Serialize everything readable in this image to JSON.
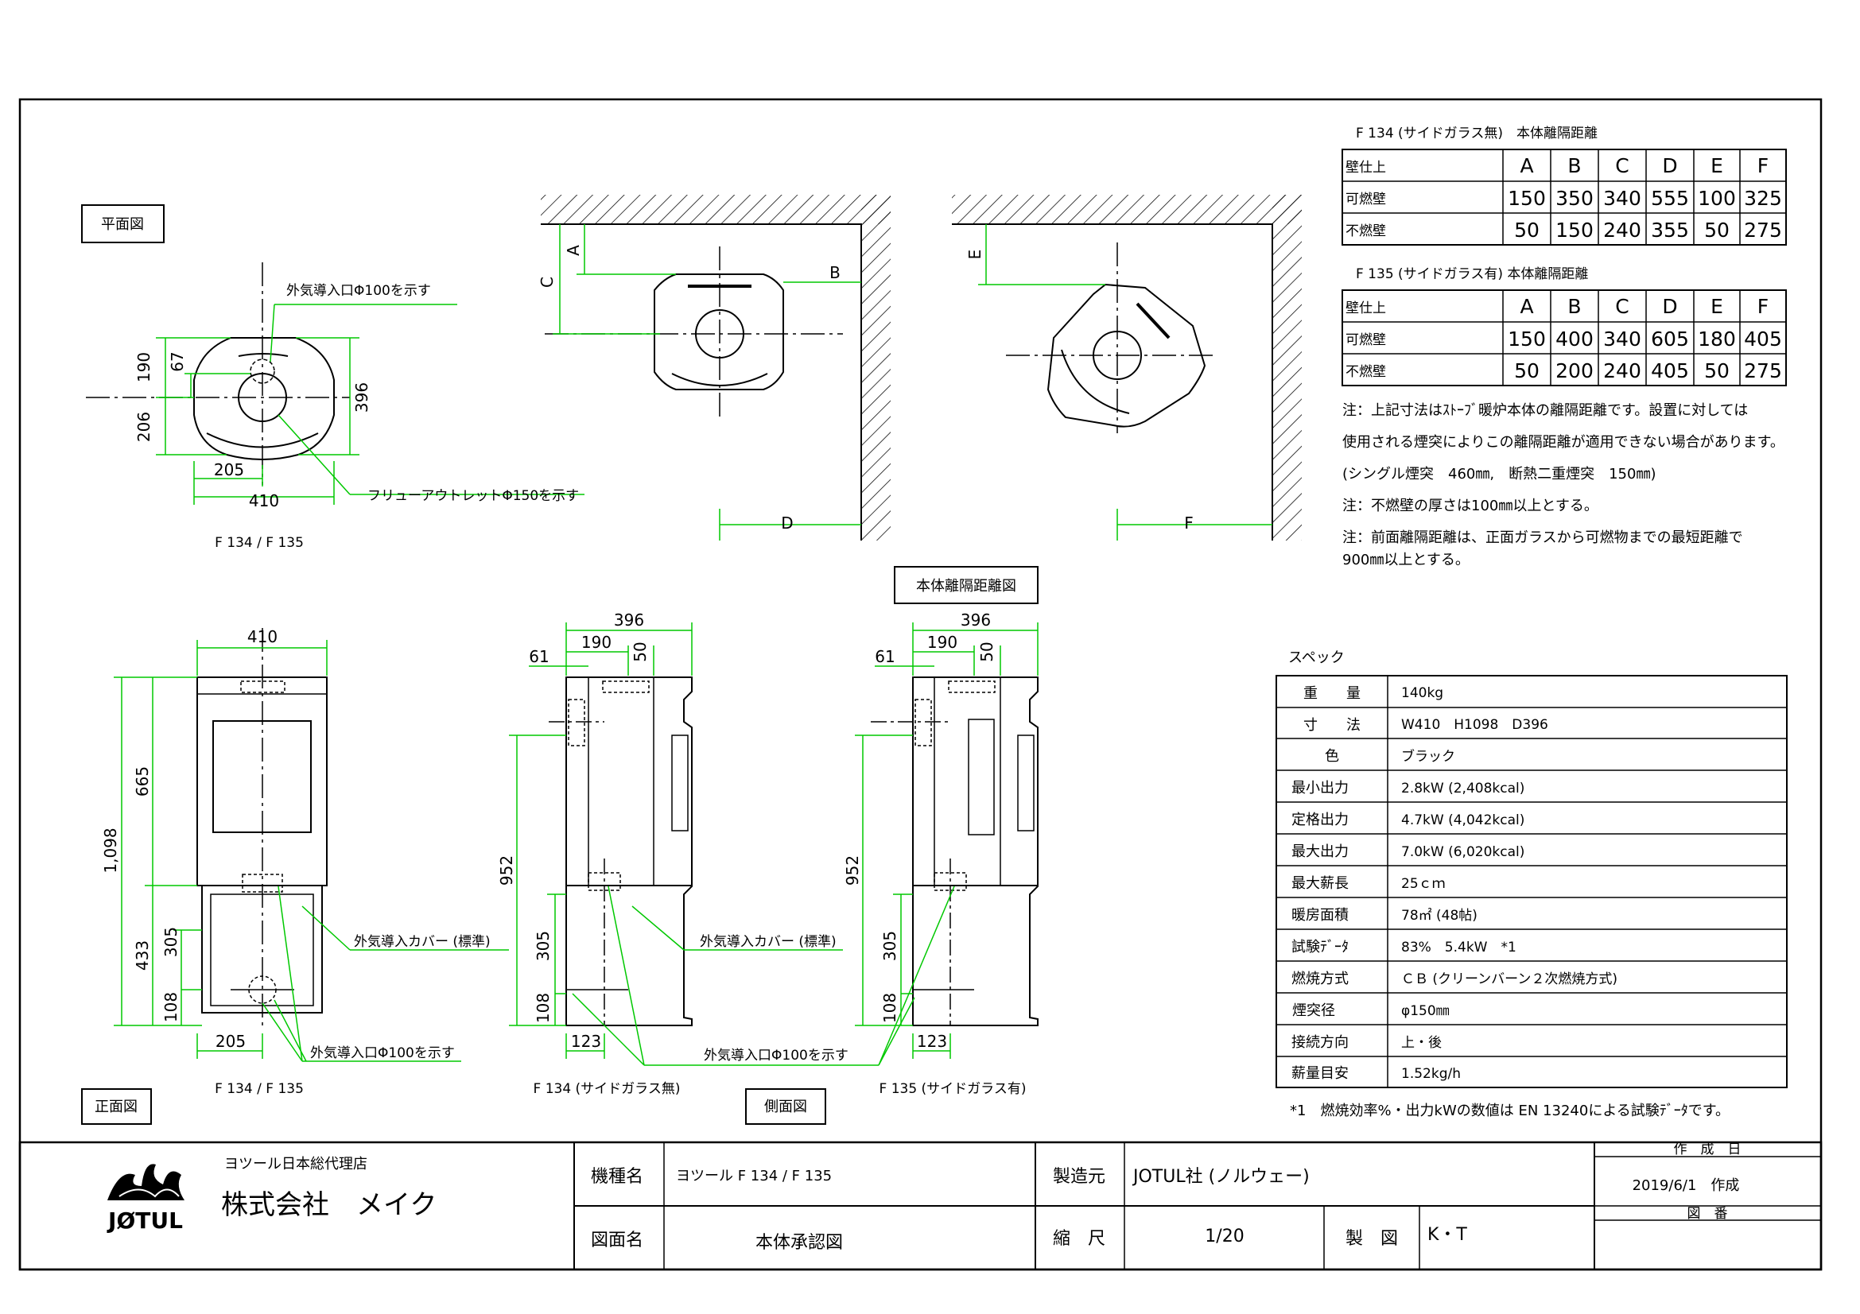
{
  "colors": {
    "line": "#000000",
    "dim": "#00c800",
    "hatch": "#000000"
  },
  "labels": {
    "plan_view": "平面図",
    "front_view": "正面図",
    "side_view": "側面図",
    "clearance_view": "本体離隔距離図",
    "model_caption": "F 134 / F 135",
    "side_caption_f134": "F 134 (サイドガラス無)",
    "side_caption_f135": "F 135 (サイドガラス有)"
  },
  "callouts": {
    "air_inlet": "外気導入口Φ100を示す",
    "flue_outlet": "フリューアウトレットΦ150を示す",
    "air_cover": "外気導入カバー (標準)",
    "air_inlet_front": "外気導入口Φ100を示す",
    "air_cover_side": "外気導入カバー (標準)",
    "air_inlet_side": "外気導入口Φ100を示す"
  },
  "dims": {
    "plan_190": "190",
    "plan_67": "67",
    "plan_206": "206",
    "plan_396": "396",
    "plan_205": "205",
    "plan_410": "410",
    "front_410": "410",
    "front_665": "665",
    "front_1098": "1,098",
    "front_433": "433",
    "front_305": "305",
    "front_108": "108",
    "front_205": "205",
    "side_396": "396",
    "side_190": "190",
    "side_50": "50",
    "side_61": "61",
    "side_952": "952",
    "side_305": "305",
    "side_108": "108",
    "side_123": "123",
    "cl_A": "A",
    "cl_B": "B",
    "cl_C": "C",
    "cl_D": "D",
    "cl_E": "E",
    "cl_F": "F"
  },
  "clearance_tables": [
    {
      "title": "F 134 (サイドガラス無)　本体離隔距離",
      "headers": [
        "壁仕上",
        "A",
        "B",
        "C",
        "D",
        "E",
        "F"
      ],
      "rows": [
        [
          "可燃壁",
          "150",
          "350",
          "340",
          "555",
          "100",
          "325"
        ],
        [
          "不燃壁",
          "50",
          "150",
          "240",
          "355",
          "50",
          "275"
        ]
      ]
    },
    {
      "title": "F 135 (サイドガラス有) 本体離隔距離",
      "headers": [
        "壁仕上",
        "A",
        "B",
        "C",
        "D",
        "E",
        "F"
      ],
      "rows": [
        [
          "可燃壁",
          "150",
          "400",
          "340",
          "605",
          "180",
          "405"
        ],
        [
          "不燃壁",
          "50",
          "200",
          "240",
          "405",
          "50",
          "275"
        ]
      ]
    }
  ],
  "notes": [
    "注：上記寸法はｽﾄｰﾌﾞ暖炉本体の離隔距離です。設置に対しては",
    "使用される煙突によりこの離隔距離が適用できない場合があります。",
    "(シングル煙突　460㎜,　断熱二重煙突　150㎜)",
    "注：不燃壁の厚さは100㎜以上とする。",
    "注：前面離隔距離は、正面ガラスから可燃物までの最短距離で",
    "900㎜以上とする。"
  ],
  "spec": {
    "title": "スペック",
    "rows": [
      [
        "重　　量",
        "140kg"
      ],
      [
        "寸　　法",
        "W410　H1098　D396"
      ],
      [
        "色",
        "ブラック"
      ],
      [
        "最小出力",
        "2.8kW (2,408kcal)"
      ],
      [
        "定格出力",
        "4.7kW (4,042kcal)"
      ],
      [
        "最大出力",
        "7.0kW (6,020kcal)"
      ],
      [
        "最大薪長",
        "25ｃｍ"
      ],
      [
        "暖房面積",
        "78㎡ (48帖)"
      ],
      [
        "試験ﾃﾞｰﾀ",
        "83%　5.4kW　*1"
      ],
      [
        "燃焼方式",
        "ＣＢ (クリーンバーン２次燃焼方式)"
      ],
      [
        "煙突径",
        "φ150㎜"
      ],
      [
        "接続方向",
        "上・後"
      ],
      [
        "薪量目安",
        "1.52kg/h"
      ]
    ],
    "footnote": "*1　燃焼効率%・出力kWの数値は EN 13240による試験ﾃﾞｰﾀです。"
  },
  "title_block": {
    "agent": "ヨツール日本総代理店",
    "company": "株式会社　メイク",
    "logo": "JØTUL",
    "model_label": "機種名",
    "model_value": "ヨツール F 134 / F 135",
    "drawing_label": "図面名",
    "drawing_value": "本体承認図",
    "maker_label": "製造元",
    "maker_value": "JOTUL社 (ノルウェー)",
    "scale_label": "縮　尺",
    "scale_value": "1/20",
    "drafter_label": "製　図",
    "drafter_value": "K・T",
    "date_label": "作　成　日",
    "date_value": "2019/6/1　作成",
    "number_label": "図　番"
  }
}
